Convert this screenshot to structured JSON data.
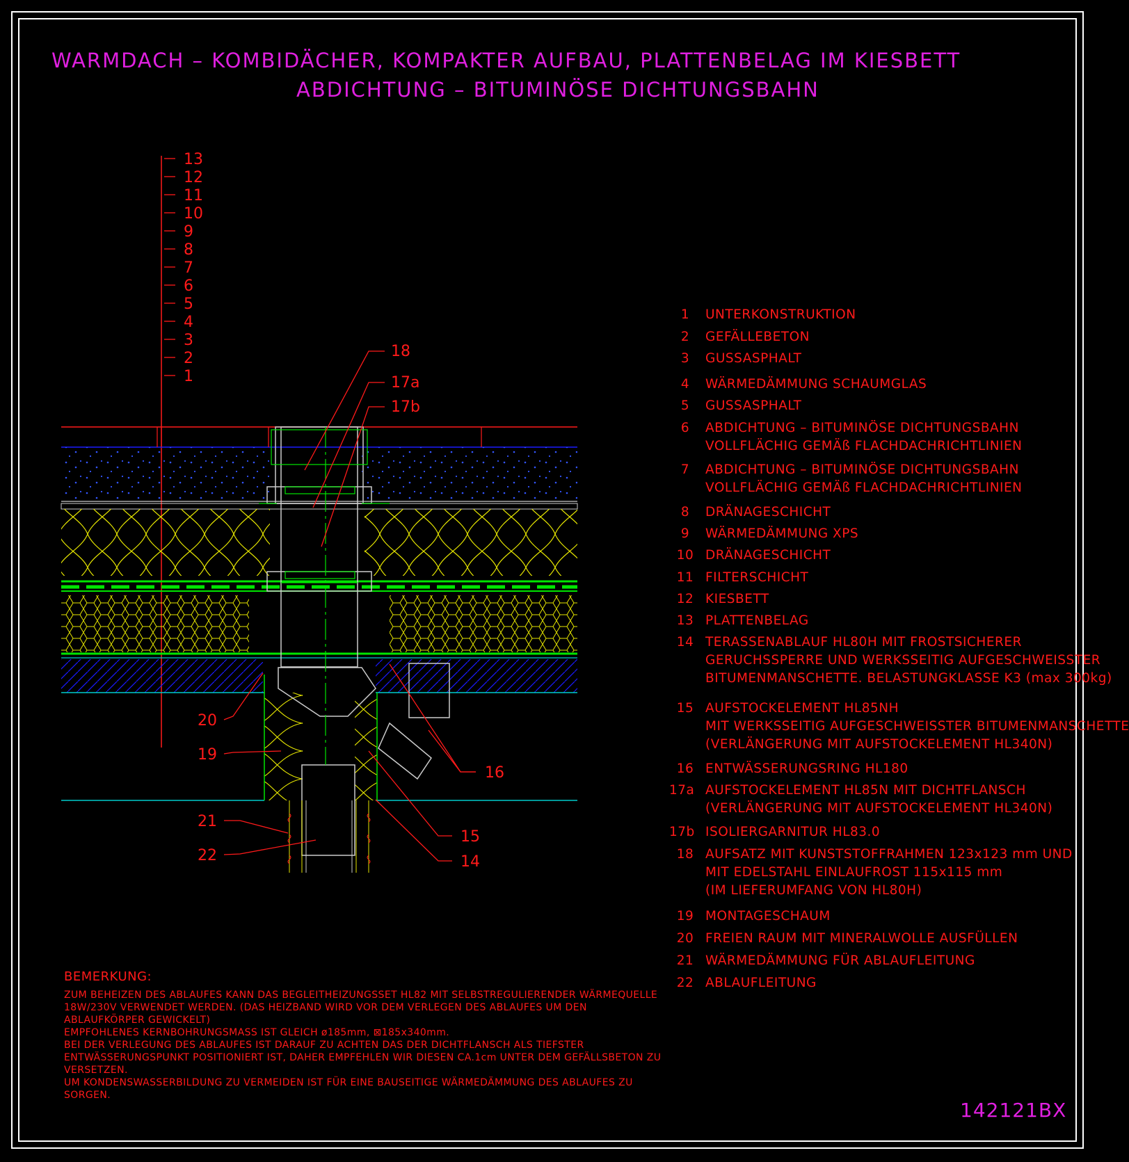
{
  "title": {
    "line1": "WARMDACH – KOMBIDÄCHER, KOMPAKTER AUFBAU, PLATTENBELAG IM KIESBETT",
    "line2": "ABDICHTUNG – BITUMINÖSE DICHTUNGSBAHN"
  },
  "scale_labels": [
    "13",
    "12",
    "11",
    "10",
    "9",
    "8",
    "7",
    "6",
    "5",
    "4",
    "3",
    "2",
    "1"
  ],
  "callouts": [
    "18",
    "17a",
    "17b",
    "20",
    "19",
    "16",
    "21",
    "22",
    "15",
    "14"
  ],
  "legend": [
    {
      "num": "1",
      "lines": [
        "UNTERKONSTRUKTION"
      ]
    },
    {
      "num": "2",
      "lines": [
        "GEFÄLLEBETON"
      ]
    },
    {
      "num": "3",
      "lines": [
        "GUSSASPHALT"
      ]
    },
    {
      "num": "4",
      "lines": [
        "WÄRMEDÄMMUNG SCHAUMGLAS"
      ]
    },
    {
      "num": "5",
      "lines": [
        "GUSSASPHALT"
      ]
    },
    {
      "num": "6",
      "lines": [
        "ABDICHTUNG – BITUMINÖSE DICHTUNGSBAHN",
        "VOLLFLÄCHIG GEMÄß FLACHDACHRICHTLINIEN"
      ]
    },
    {
      "num": "7",
      "lines": [
        "ABDICHTUNG – BITUMINÖSE DICHTUNGSBAHN",
        "VOLLFLÄCHIG GEMÄß FLACHDACHRICHTLINIEN"
      ]
    },
    {
      "num": "8",
      "lines": [
        "DRÄNAGESCHICHT"
      ]
    },
    {
      "num": "9",
      "lines": [
        "WÄRMEDÄMMUNG XPS"
      ]
    },
    {
      "num": "10",
      "lines": [
        "DRÄNAGESCHICHT"
      ]
    },
    {
      "num": "11",
      "lines": [
        "FILTERSCHICHT"
      ]
    },
    {
      "num": "12",
      "lines": [
        "KIESBETT"
      ]
    },
    {
      "num": "13",
      "lines": [
        "PLATTENBELAG"
      ]
    },
    {
      "num": "14",
      "lines": [
        "TERASSENABLAUF HL80H MIT FROSTSICHERER",
        "GERUCHSSPERRE UND WERKSSEITIG AUFGESCHWEISSTER",
        "BITUMENMANSCHETTE. BELASTUNGKLASSE K3 (max 300kg)"
      ]
    },
    {
      "num": "15",
      "lines": [
        "AUFSTOCKELEMENT HL85NH",
        "MIT WERKSSEITIG AUFGESCHWEISSTER BITUMENMANSCHETTE",
        "(VERLÄNGERUNG MIT AUFSTOCKELEMENT HL340N)"
      ]
    },
    {
      "num": "16",
      "lines": [
        "ENTWÄSSERUNGSRING HL180"
      ]
    },
    {
      "num": "17a",
      "lines": [
        "AUFSTOCKELEMENT HL85N MIT DICHTFLANSCH",
        "(VERLÄNGERUNG MIT AUFSTOCKELEMENT HL340N)"
      ]
    },
    {
      "num": "17b",
      "lines": [
        "ISOLIERGARNITUR HL83.0"
      ]
    },
    {
      "num": "18",
      "lines": [
        "AUFSATZ MIT KUNSTSTOFFRAHMEN 123x123 mm UND",
        "MIT EDELSTAHL EINLAUFROST 115x115 mm",
        "(IM LIEFERUMFANG VON HL80H)"
      ]
    },
    {
      "num": "19",
      "lines": [
        "MONTAGESCHAUM"
      ]
    },
    {
      "num": "20",
      "lines": [
        "FREIEN RAUM MIT MINERALWOLLE AUSFÜLLEN"
      ]
    },
    {
      "num": "21",
      "lines": [
        "WÄRMEDÄMMUNG FÜR ABLAUFLEITUNG"
      ]
    },
    {
      "num": "22",
      "lines": [
        "ABLAUFLEITUNG"
      ]
    }
  ],
  "remarks": {
    "heading": "BEMERKUNG:",
    "lines": [
      "ZUM BEHEIZEN DES ABLAUFES KANN DAS BEGLEITHEIZUNGSSET HL82 MIT SELBSTREGULIERENDER WÄRMEQUELLE",
      "18W/230V VERWENDET WERDEN. (DAS HEIZBAND WIRD VOR DEM VERLEGEN DES ABLAUFES UM DEN",
      "ABLAUFKÖRPER GEWICKELT)",
      "EMPFOHLENES KERNBOHRUNGSMASS IST GLEICH ø185mm, ⊠185x340mm.",
      "BEI DER VERLEGUNG DES ABLAUFES IST DARAUF ZU ACHTEN DAS DER DICHTFLANSCH ALS TIEFSTER",
      "ENTWÄSSERUNGSPUNKT POSITIONIERT IST, DAHER EMPFEHLEN WIR DIESEN CA.1cm UNTER DEM GEFÄLLSBETON ZU",
      "VERSETZEN.",
      "UM KONDENSWASSERBILDUNG ZU VERMEIDEN IST FÜR EINE BAUSEITIGE WÄRMEDÄMMUNG DES ABLAUFES ZU",
      "SORGEN."
    ]
  },
  "doc_id": "142121BX",
  "colors": {
    "background": "#000000",
    "title": "#e020e0",
    "text": "#ff1a1a",
    "frame": "#ffffff",
    "insulation": "#e6e600",
    "membrane": "#00e600",
    "concrete": "#1a1aff",
    "cyan": "#00cccc"
  }
}
